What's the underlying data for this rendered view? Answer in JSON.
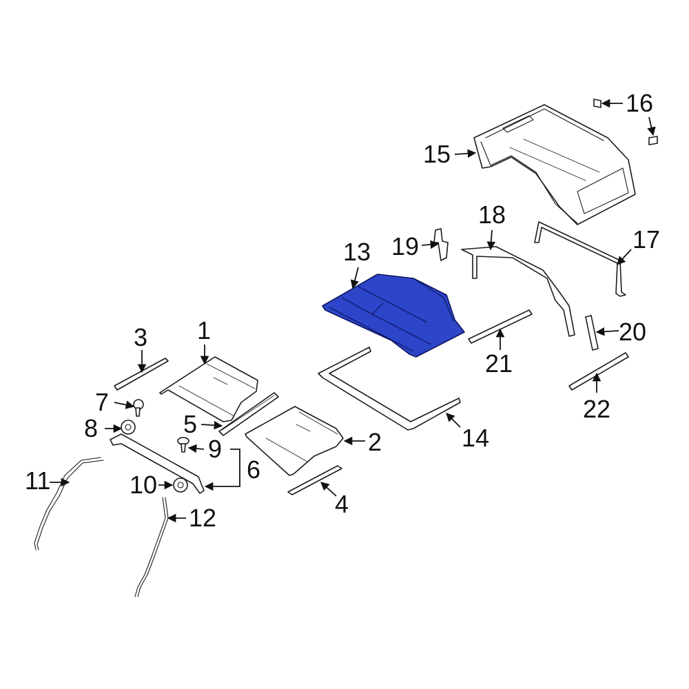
{
  "colors": {
    "highlight": "#2d45c8",
    "line": "#1a1a1a",
    "background": "#ffffff"
  },
  "highlighted_part": "13",
  "callouts": {
    "c1": "1",
    "c2": "2",
    "c3": "3",
    "c4": "4",
    "c5": "5",
    "c6": "6",
    "c7": "7",
    "c8": "8",
    "c9": "9",
    "c10": "10",
    "c11": "11",
    "c12": "12",
    "c13": "13",
    "c14": "14",
    "c15": "15",
    "c16": "16",
    "c17": "17",
    "c18": "18",
    "c19": "19",
    "c20": "20",
    "c21": "21",
    "c22": "22"
  }
}
